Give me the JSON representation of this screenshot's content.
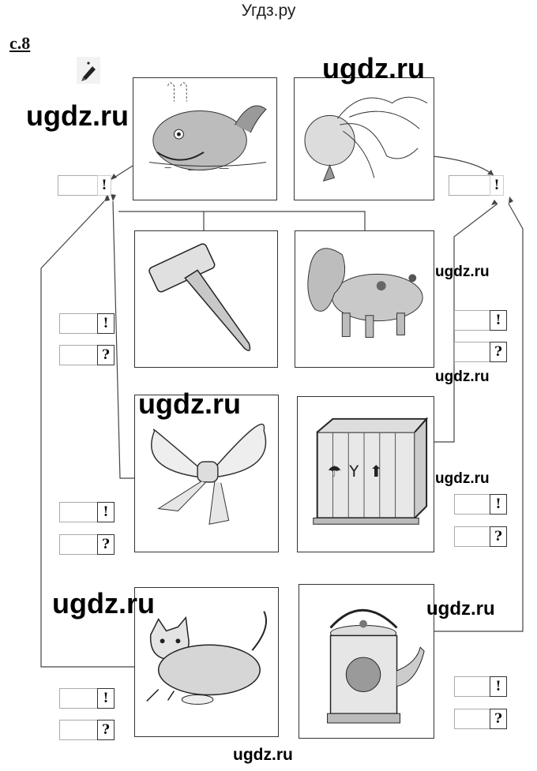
{
  "header": {
    "site_title": "Угдз.ру",
    "page_number": "с.8"
  },
  "watermarks": {
    "large": "ugdz.ru",
    "small": "ugdz.ru",
    "bottom": "ugdz.ru"
  },
  "marks": {
    "exclamation": "!",
    "question": "?"
  },
  "cards": [
    {
      "id": "whale",
      "icon": "whale-icon"
    },
    {
      "id": "turnip",
      "icon": "turnip-icon"
    },
    {
      "id": "hammer",
      "icon": "hammer-icon"
    },
    {
      "id": "hippo",
      "icon": "hippo-icon"
    },
    {
      "id": "bow",
      "icon": "bow-icon"
    },
    {
      "id": "crate",
      "icon": "crate-icon"
    },
    {
      "id": "cat",
      "icon": "cat-icon"
    },
    {
      "id": "kettle",
      "icon": "kettle-icon"
    }
  ]
}
